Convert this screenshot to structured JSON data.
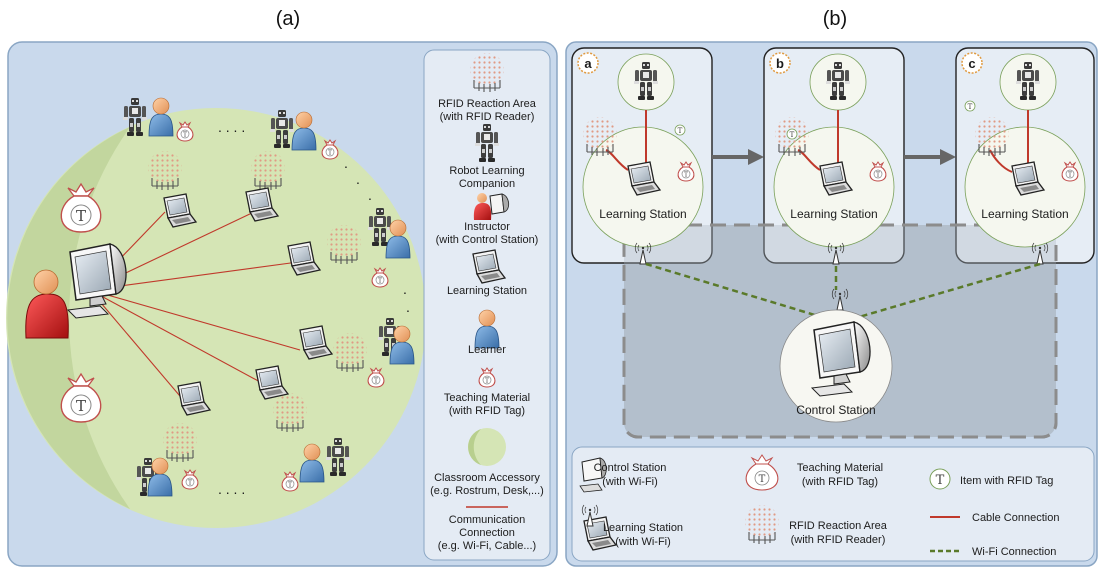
{
  "panel_a": {
    "title": "(a)",
    "ellipsis": ". . . .",
    "legend": [
      {
        "line1": "RFID Reaction Area",
        "line2": "(with RFID Reader)",
        "line3": ""
      },
      {
        "line1": "Robot Learning",
        "line2": "Companion",
        "line3": ""
      },
      {
        "line1": "Instructor",
        "line2": "(with Control Station)",
        "line3": ""
      },
      {
        "line1": "Learning Station",
        "line2": "",
        "line3": ""
      },
      {
        "line1": "Learner",
        "line2": "",
        "line3": ""
      },
      {
        "line1": "Teaching Material",
        "line2": "(with RFID Tag)",
        "line3": ""
      },
      {
        "line1": "Classroom Accessory",
        "line2": "(e.g. Rostrum, Desk,...)",
        "line3": ""
      },
      {
        "line1": "Communication",
        "line2": "Connection",
        "line3": "(e.g. Wi-Fi, Cable...)"
      }
    ]
  },
  "panel_b": {
    "title": "(b)",
    "stations": [
      {
        "badge": "a",
        "label": "Learning Station"
      },
      {
        "badge": "b",
        "label": "Learning Station"
      },
      {
        "badge": "c",
        "label": "Learning Station"
      }
    ],
    "control_label": "Control Station",
    "tag_letter": "T",
    "legend": {
      "control": {
        "line1": "Control Station",
        "line2": "(with Wi-Fi)"
      },
      "learning": {
        "line1": "Learning  Station",
        "line2": "(with Wi-Fi)"
      },
      "teaching": {
        "line1": "Teaching Material",
        "line2": "(with RFID Tag)"
      },
      "rfid": {
        "line1": "RFID Reaction Area",
        "line2": "(with RFID Reader)"
      },
      "item": "Item with RFID Tag",
      "cable": "Cable Connection",
      "wifi": "Wi-Fi Connection"
    }
  },
  "colors": {
    "panel_bg": "#c9d9ec",
    "circle": "#d5e5b5",
    "circle_dark": "#c2d69e",
    "connection_red": "#c0392b",
    "wifi_green": "#5a7a2a",
    "rfid_dot": "#e3a08a",
    "instructor_red": "#cc1f1f",
    "learner_blue": "#5b8fc9"
  }
}
